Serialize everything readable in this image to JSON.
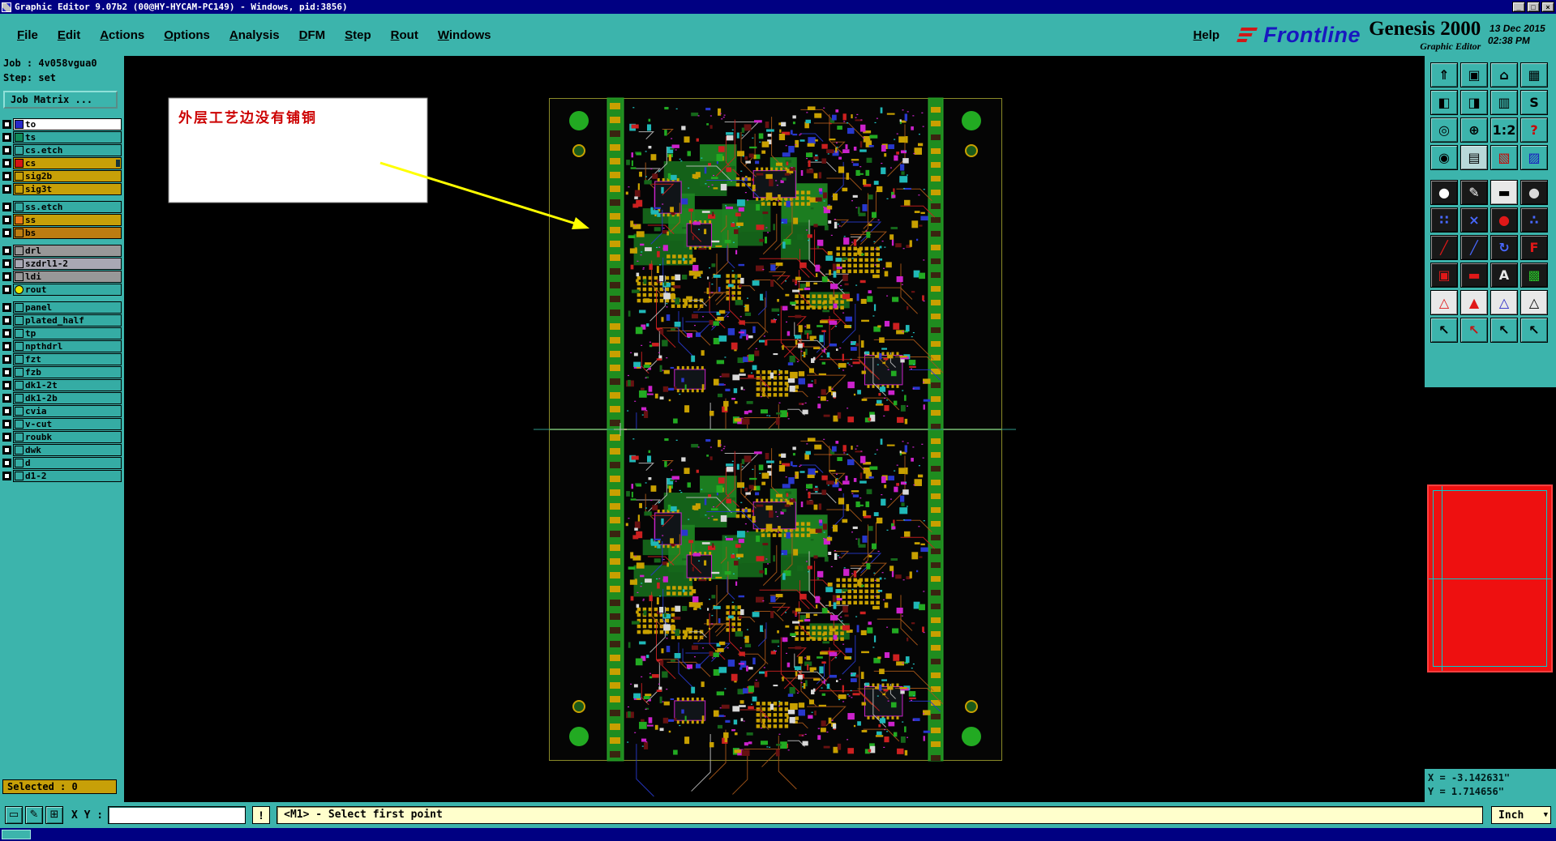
{
  "window": {
    "title": "Graphic Editor 9.07b2 (00@HY-HYCAM-PC149) - Windows, pid:3856)",
    "minimize": "_",
    "maximize": "□",
    "close": "×"
  },
  "menubar": {
    "items": [
      "File",
      "Edit",
      "Actions",
      "Options",
      "Analysis",
      "DFM",
      "Step",
      "Rout",
      "Windows"
    ],
    "help": "Help"
  },
  "brand": {
    "logo_text": "Frontline",
    "product": "Genesis 2000",
    "edition": "Graphic Editor",
    "date": "13 Dec 2015",
    "time": "02:38 PM",
    "logo_color": "#1818c0",
    "stripe_color": "#d01818"
  },
  "sidebar": {
    "job_label": "Job : 4v058vgua0",
    "step_label": "Step: set",
    "job_matrix_label": "Job Matrix ...",
    "selected_label": "Selected : 0",
    "layers": [
      {
        "name": "to",
        "row": "#ffffff",
        "swatch": "#2828c8"
      },
      {
        "name": "ts",
        "row": "#35aca4",
        "swatch": "#0f8c5a"
      },
      {
        "name": "cs.etch",
        "row": "#35aca4"
      },
      {
        "name": "cs",
        "row": "#c7a008",
        "swatch": "#d41414",
        "marker": true
      },
      {
        "name": "sig2b",
        "row": "#c7a008"
      },
      {
        "name": "sig3t",
        "row": "#c7a008",
        "gap": true
      },
      {
        "name": "ss.etch",
        "row": "#35aca4"
      },
      {
        "name": "ss",
        "row": "#c7a008",
        "swatch": "#e87818"
      },
      {
        "name": "bs",
        "row": "#bc7c10",
        "gap": true
      },
      {
        "name": "drl",
        "row": "#989898"
      },
      {
        "name": "szdrl1-2",
        "row": "#a8a8b4"
      },
      {
        "name": "ldi",
        "row": "#989898"
      },
      {
        "name": "rout",
        "row": "#35aca4",
        "swatch": "#e8e800",
        "shape": "circle",
        "gap": true
      },
      {
        "name": "panel",
        "row": "#35aca4"
      },
      {
        "name": "plated_half",
        "row": "#35aca4"
      },
      {
        "name": "tp",
        "row": "#35aca4"
      },
      {
        "name": "npthdrl",
        "row": "#35aca4"
      },
      {
        "name": "fzt",
        "row": "#35aca4"
      },
      {
        "name": "fzb",
        "row": "#35aca4"
      },
      {
        "name": "dk1-2t",
        "row": "#35aca4"
      },
      {
        "name": "dk1-2b",
        "row": "#35aca4"
      },
      {
        "name": "cvia",
        "row": "#35aca4"
      },
      {
        "name": "v-cut",
        "row": "#35aca4"
      },
      {
        "name": "roubk",
        "row": "#35aca4"
      },
      {
        "name": "dwk",
        "row": "#35aca4"
      },
      {
        "name": "d",
        "row": "#35aca4"
      },
      {
        "name": "d1-2",
        "row": "#35aca4"
      }
    ]
  },
  "canvas": {
    "note_text": "外层工艺边没有铺铜",
    "note_color": "#cc0000",
    "arrow_color": "#ffff00"
  },
  "toolbar": {
    "group1": [
      {
        "name": "print-icon",
        "glyph": "⇑",
        "fg": "#000000",
        "bg": "#3cb4ac"
      },
      {
        "name": "monitor-icon",
        "glyph": "▣",
        "fg": "#000000",
        "bg": "#3cb4ac"
      },
      {
        "name": "home-view-icon",
        "glyph": "⌂",
        "fg": "#000000",
        "bg": "#3cb4ac"
      },
      {
        "name": "tile-windows-icon",
        "glyph": "▦",
        "fg": "#000000",
        "bg": "#3cb4ac"
      },
      {
        "name": "pan-left-icon",
        "glyph": "◧",
        "fg": "#000000",
        "bg": "#3cb4ac"
      },
      {
        "name": "pan-right-icon",
        "glyph": "◨",
        "fg": "#000000",
        "bg": "#3cb4ac"
      },
      {
        "name": "split-view-icon",
        "glyph": "▥",
        "fg": "#000000",
        "bg": "#3cb4ac"
      },
      {
        "name": "snapshot-icon",
        "glyph": "S",
        "fg": "#000000",
        "bg": "#3cb4ac"
      },
      {
        "name": "zoom-fit-icon",
        "glyph": "◎",
        "fg": "#000000",
        "bg": "#3cb4ac"
      },
      {
        "name": "zoom-in-icon",
        "glyph": "⊕",
        "fg": "#000000",
        "bg": "#3cb4ac"
      },
      {
        "name": "zoom-ratio-icon",
        "glyph": "1:2",
        "fg": "#000000",
        "bg": "#3cb4ac"
      },
      {
        "name": "context-help-icon",
        "glyph": "?",
        "fg": "#cc0000",
        "bg": "#3cb4ac"
      },
      {
        "name": "highlight-icon",
        "glyph": "◉",
        "fg": "#000000",
        "bg": "#3cb4ac"
      },
      {
        "name": "layers-view-icon",
        "glyph": "▤",
        "fg": "#000000",
        "bg": "#b8d8d8"
      },
      {
        "name": "zoom-red-icon",
        "glyph": "▧",
        "fg": "#cc0000",
        "bg": "#3cb4ac"
      },
      {
        "name": "zoom-blue-icon",
        "glyph": "▨",
        "fg": "#1818c0",
        "bg": "#3cb4ac"
      }
    ],
    "group2": [
      {
        "name": "draw-pad-icon",
        "glyph": "●",
        "fg": "#ffffff",
        "bg": "#181818"
      },
      {
        "name": "pencil-icon",
        "glyph": "✎",
        "fg": "#ffffff",
        "bg": "#181818"
      },
      {
        "name": "line-width-icon",
        "glyph": "▬",
        "fg": "#000000",
        "bg": "#e8e8e8"
      },
      {
        "name": "dot-icon",
        "glyph": "●",
        "fg": "#d8d8d8",
        "bg": "#181818"
      },
      {
        "name": "select-points-icon",
        "glyph": "∷",
        "fg": "#4868ff",
        "bg": "#181818"
      },
      {
        "name": "delete-icon",
        "glyph": "×",
        "fg": "#4868ff",
        "bg": "#181818"
      },
      {
        "name": "red-pad-icon",
        "glyph": "●",
        "fg": "#e01818",
        "bg": "#181818"
      },
      {
        "name": "nodes-icon",
        "glyph": "∴",
        "fg": "#4868ff",
        "bg": "#181818"
      },
      {
        "name": "red-line-icon",
        "glyph": "╱",
        "fg": "#e01818",
        "bg": "#181818"
      },
      {
        "name": "blue-line-icon",
        "glyph": "╱",
        "fg": "#4868ff",
        "bg": "#181818"
      },
      {
        "name": "rotate-icon",
        "glyph": "↻",
        "fg": "#4868ff",
        "bg": "#181818"
      },
      {
        "name": "flip-icon",
        "glyph": "F",
        "fg": "#e01818",
        "bg": "#181818"
      },
      {
        "name": "red-rect-icon",
        "glyph": "▣",
        "fg": "#e01818",
        "bg": "#181818"
      },
      {
        "name": "red-dash-icon",
        "glyph": "▬",
        "fg": "#e01818",
        "bg": "#181818"
      },
      {
        "name": "text-icon",
        "glyph": "A",
        "fg": "#e8e8e8",
        "bg": "#181818"
      },
      {
        "name": "green-pads-icon",
        "glyph": "▩",
        "fg": "#28b828",
        "bg": "#181818"
      },
      {
        "name": "align-red-icon",
        "glyph": "△",
        "fg": "#e01818",
        "bg": "#e8e8e8"
      },
      {
        "name": "align-red-solid-icon",
        "glyph": "▲",
        "fg": "#e01818",
        "bg": "#e8e8e8"
      },
      {
        "name": "align-blue-icon",
        "glyph": "△",
        "fg": "#2828c8",
        "bg": "#e8e8e8"
      },
      {
        "name": "align-black-icon",
        "glyph": "△",
        "fg": "#000000",
        "bg": "#e8e8e8"
      },
      {
        "name": "select-cursor-icon",
        "glyph": "↖",
        "fg": "#000000",
        "bg": "#3cb4ac"
      },
      {
        "name": "select-cursor-red-icon",
        "glyph": "↖",
        "fg": "#c01818",
        "bg": "#3cb4ac"
      },
      {
        "name": "select-cursor-box-icon",
        "glyph": "↖",
        "fg": "#000000",
        "bg": "#3cb4ac"
      },
      {
        "name": "select-cursor-multi-icon",
        "glyph": "↖",
        "fg": "#000000",
        "bg": "#3cb4ac"
      }
    ]
  },
  "overview": {
    "viewport_color": "#ee1010",
    "outline_color": "#00cccc"
  },
  "coords": {
    "x": "X = -3.142631\"",
    "y": "Y = 1.714656\""
  },
  "statusbar": {
    "buttons": [
      {
        "name": "screen-capture-icon",
        "glyph": "▭"
      },
      {
        "name": "measure-icon",
        "glyph": "✎"
      },
      {
        "name": "grid-snap-icon",
        "glyph": "⊞"
      }
    ],
    "xy_label": "X Y :",
    "xy_value": "",
    "alert_label": "!",
    "prompt": "<M1> - Select first point",
    "units": "Inch",
    "units_dropdown": "▼"
  }
}
